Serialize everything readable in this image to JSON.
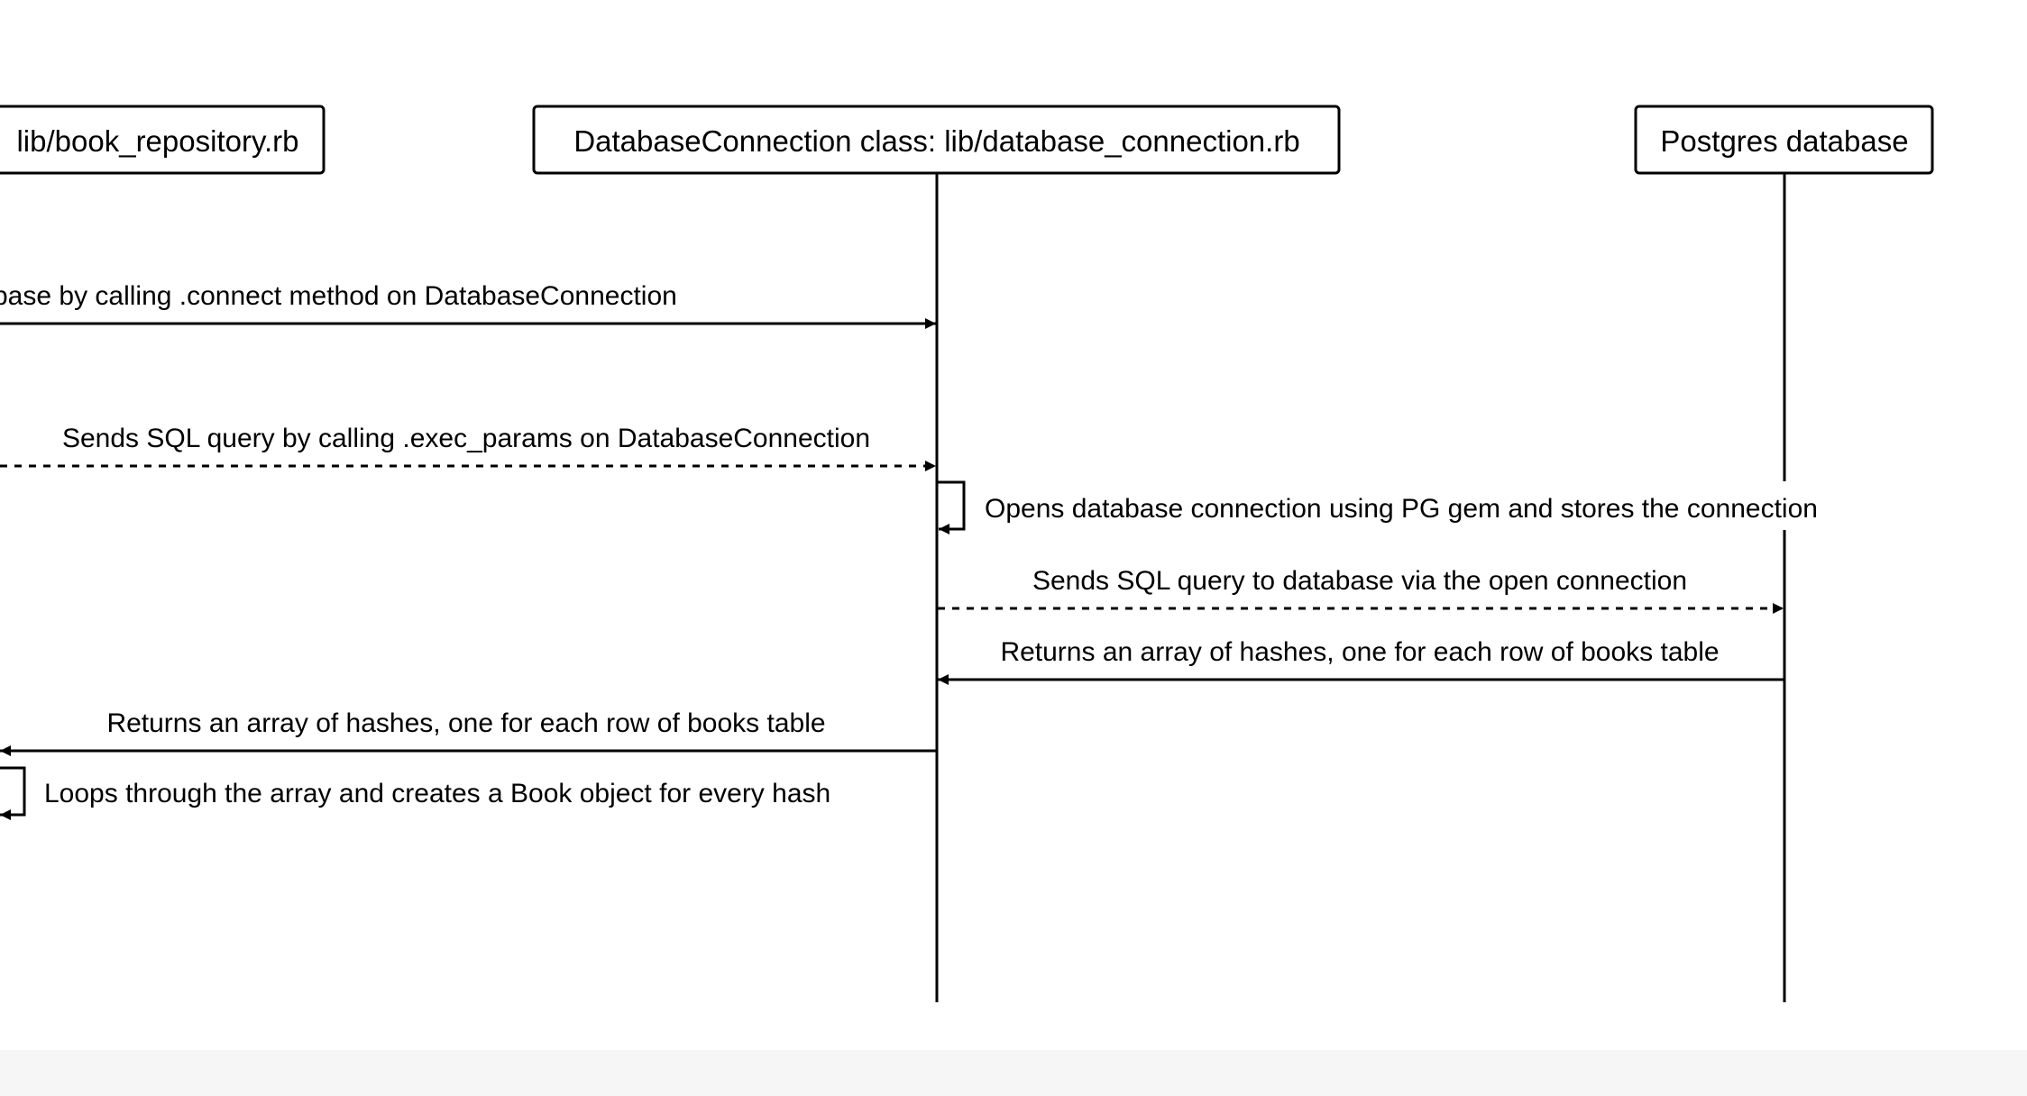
{
  "diagram": {
    "type": "sequence",
    "participants": [
      {
        "id": "repo",
        "label": "lib/book_repository.rb"
      },
      {
        "id": "dbconn",
        "label": "DatabaseConnection class: lib/database_connection.rb"
      },
      {
        "id": "pg",
        "label": "Postgres database"
      }
    ],
    "messages": [
      {
        "from": "repo",
        "to": "dbconn",
        "style": "solid",
        "label": "base by calling .connect method on DatabaseConnection"
      },
      {
        "from": "repo",
        "to": "dbconn",
        "style": "dashed",
        "label": "Sends SQL query by calling .exec_params on DatabaseConnection"
      },
      {
        "from": "dbconn",
        "to": "dbconn",
        "style": "self",
        "label": "Opens database connection using PG gem and stores the connection"
      },
      {
        "from": "dbconn",
        "to": "pg",
        "style": "dashed",
        "label": "Sends SQL query to database via the open connection"
      },
      {
        "from": "pg",
        "to": "dbconn",
        "style": "solid",
        "label": "Returns an array of hashes, one for each row of books table"
      },
      {
        "from": "dbconn",
        "to": "repo",
        "style": "solid",
        "label": "Returns an array of hashes, one for each row of books table"
      },
      {
        "from": "repo",
        "to": "repo",
        "style": "self",
        "label": "Loops through the array and creates a Book object for every hash"
      }
    ]
  }
}
